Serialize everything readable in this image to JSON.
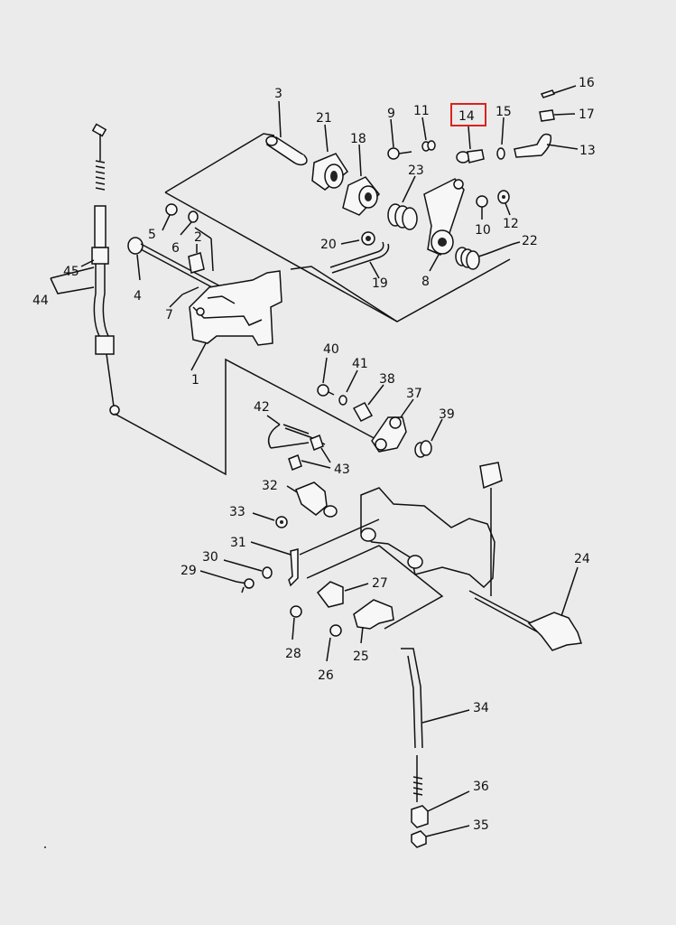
{
  "diagram": {
    "highlighted_part": "14",
    "highlight_color": "#d9231d",
    "background_color": "#ebebeb",
    "labels": {
      "p1": "1",
      "p2": "2",
      "p3": "3",
      "p4": "4",
      "p5": "5",
      "p6": "6",
      "p7": "7",
      "p8": "8",
      "p9": "9",
      "p10": "10",
      "p11": "11",
      "p12": "12",
      "p13": "13",
      "p14": "14",
      "p15": "15",
      "p16": "16",
      "p17": "17",
      "p18": "18",
      "p19": "19",
      "p20": "20",
      "p21": "21",
      "p22": "22",
      "p23": "23",
      "p24": "24",
      "p25": "25",
      "p26": "26",
      "p27": "27",
      "p28": "28",
      "p29": "29",
      "p30": "30",
      "p31": "31",
      "p32": "32",
      "p33": "33",
      "p34": "34",
      "p35": "35",
      "p36": "36",
      "p37": "37",
      "p38": "38",
      "p39": "39",
      "p40": "40",
      "p41": "41",
      "p42": "42",
      "p43": "43",
      "p44": "44",
      "p45": "45"
    }
  }
}
